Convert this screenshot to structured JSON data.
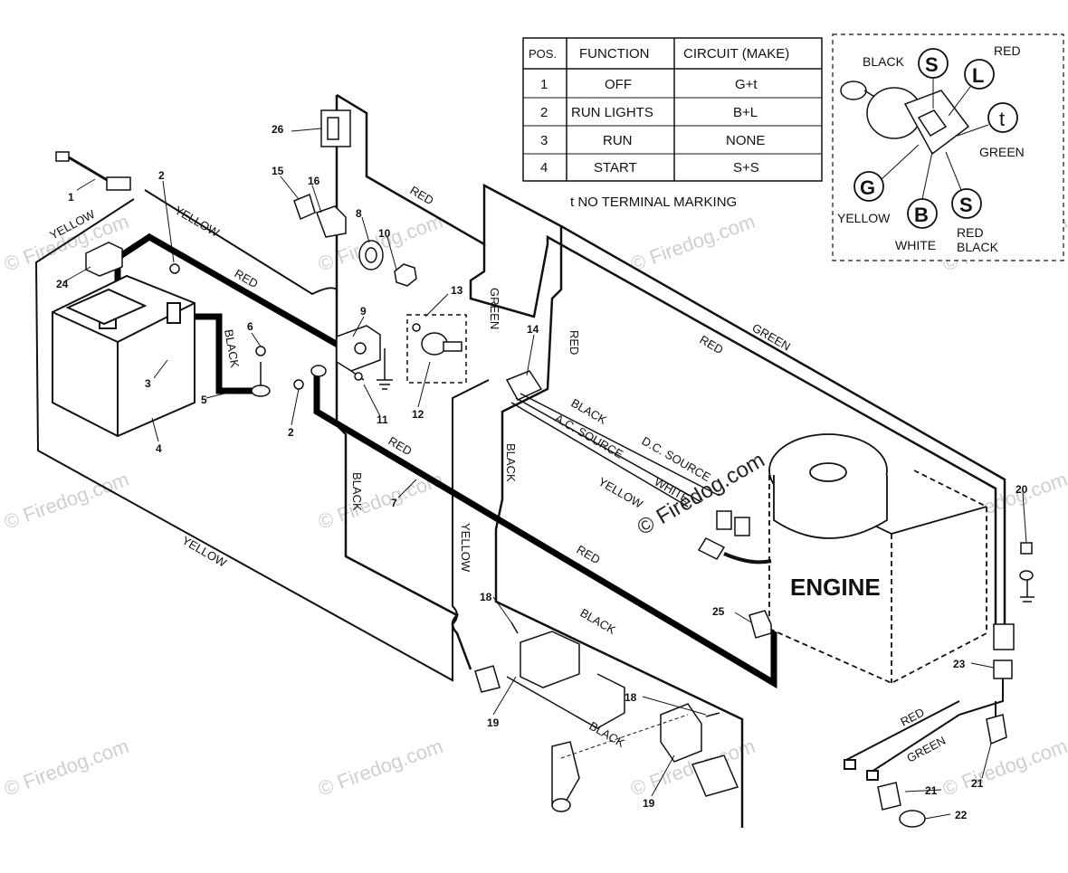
{
  "table": {
    "headers": [
      "POS.",
      "FUNCTION",
      "CIRCUIT (MAKE)"
    ],
    "rows": [
      [
        "1",
        "OFF",
        "G+t"
      ],
      [
        "2",
        "RUN LIGHTS",
        "B+L"
      ],
      [
        "3",
        "RUN",
        "NONE"
      ],
      [
        "4",
        "START",
        "S+S"
      ]
    ],
    "note": "t NO TERMINAL MARKING"
  },
  "switch_detail": {
    "terminals": [
      "S",
      "L",
      "t",
      "G",
      "B",
      "S"
    ],
    "labels": [
      "BLACK",
      "RED",
      "GREEN",
      "YELLOW",
      "WHITE",
      "RED",
      "BLACK"
    ]
  },
  "wire_labels": [
    "YELLOW",
    "YELLOW",
    "RED",
    "BLACK",
    "RED",
    "GREEN",
    "RED",
    "GREEN",
    "RED",
    "BLACK",
    "A.C. SOURCE",
    "D.C. SOURCE",
    "WHITE",
    "YELLOW",
    "BLACK",
    "RED",
    "BLACK",
    "YELLOW",
    "RED",
    "BLACK",
    "BLACK",
    "YELLOW",
    "RED",
    "GREEN"
  ],
  "component_labels": {
    "engine": "ENGINE"
  },
  "part_numbers": [
    "1",
    "2",
    "3",
    "4",
    "5",
    "6",
    "2",
    "7",
    "8",
    "9",
    "10",
    "11",
    "12",
    "13",
    "14",
    "15",
    "16",
    "18",
    "18",
    "19",
    "19",
    "20",
    "21",
    "21",
    "22",
    "23",
    "24",
    "25",
    "26"
  ],
  "watermark": "© Firedog.com",
  "watermark_center": "© Firedog.com"
}
